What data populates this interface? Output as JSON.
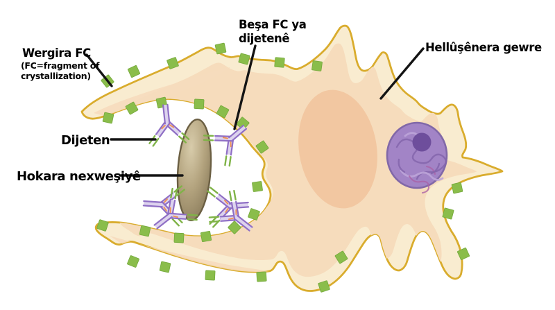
{
  "figure": {
    "labels": {
      "fc_receptor": {
        "title": "Wergira FC",
        "subtitle_line1": "(FC=fragment of",
        "subtitle_line2": "crystallization)"
      },
      "fc_part": {
        "line1": "Beşa FC ya",
        "line2": "dijetenê"
      },
      "macrophage": {
        "text": "Hellûşênera gewre"
      },
      "antibody": {
        "text": "Dijeten"
      },
      "pathogen": {
        "text": "Hokara nexweşiyê"
      }
    },
    "colors": {
      "membrane": "#D9AC2D",
      "cytoplasm": "#F9ECD0",
      "cytoplasm_inner": "#F6DCBC",
      "cytoplasm_core": "#F2C7A1",
      "receptor_green": "#8ABD4B",
      "receptor_edge": "#74A93C",
      "antibody_purple": "#8F6FC5",
      "antibody_fill": "#DDD3EE",
      "antibody_tip_green": "#7FB347",
      "bond_orange": "#F0914F",
      "pathogen_light": "#D8CCAB",
      "pathogen_mid": "#B3A37E",
      "pathogen_dark": "#7E7051",
      "pathogen_outline": "#6B5F43",
      "nucleus_fill": "#A284C6",
      "nucleus_outline": "#8168A8",
      "nucleolus": "#6E4E9C",
      "chromatin_dark": "#8465AC",
      "chromatin_light": "#BCA4D8",
      "chromatin_pink": "#AA62A6",
      "label_text": "#000000",
      "leader_line": "#141414",
      "background": "#FFFFFF"
    }
  }
}
